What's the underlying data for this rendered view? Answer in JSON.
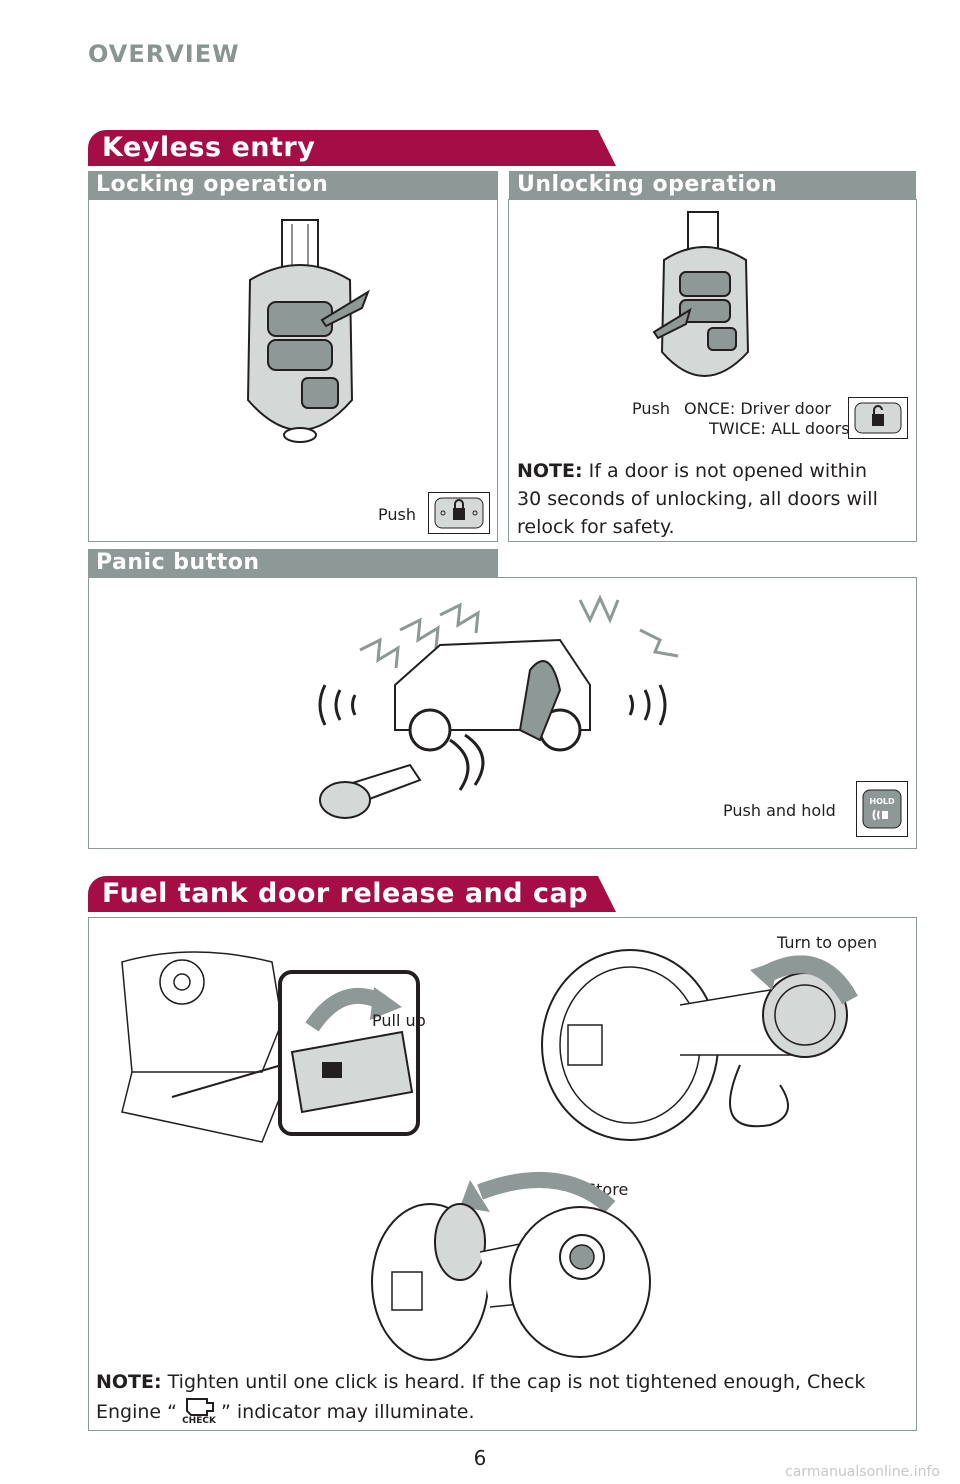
{
  "page": {
    "header": "OVERVIEW",
    "page_number": "6",
    "watermark": "carmanualsonline.info"
  },
  "keyless": {
    "title": "Keyless entry",
    "locking": {
      "title": "Locking operation",
      "push_label": "Push"
    },
    "unlocking": {
      "title": "Unlocking operation",
      "push_label": "Push",
      "once_label": "ONCE: Driver door",
      "twice_label": "TWICE: ALL doors",
      "note_prefix": "NOTE:",
      "note_line1": "If a door is not opened within",
      "note_line2": "30 seconds of unlocking, all doors will",
      "note_line3": "relock for safety."
    },
    "panic": {
      "title": "Panic button",
      "push_label": "Push and hold",
      "hold_text": "HOLD"
    }
  },
  "fuel": {
    "title": "Fuel tank door release and cap",
    "pull_label": "Pull up",
    "turn_label": "Turn to open",
    "store_label": "Store",
    "note_prefix": "NOTE:",
    "note_line1": "Tighten until one click is heard. If the cap is not tightened enough, Check",
    "note_line2_a": "Engine “",
    "note_line2_b": "” indicator may illuminate.",
    "check_text": "CHECK"
  },
  "colors": {
    "accent": "#a50d45",
    "subhead": "#8e9896",
    "header": "#8a9593",
    "arrow": "#8a9593"
  }
}
